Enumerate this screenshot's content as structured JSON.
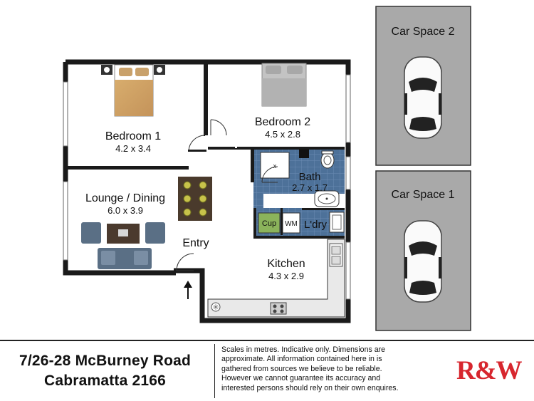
{
  "rooms": {
    "bedroom1": {
      "name": "Bedroom 1",
      "size": "4.2 x 3.4"
    },
    "bedroom2": {
      "name": "Bedroom 2",
      "size": "4.5 x 2.8"
    },
    "lounge": {
      "name": "Lounge / Dining",
      "size": "6.0 x 3.9"
    },
    "bath": {
      "name": "Bath",
      "size": "2.7 x 1.7"
    },
    "kitchen": {
      "name": "Kitchen",
      "size": "4.3 x 2.9"
    },
    "laundry": {
      "name": "L'dry"
    },
    "entry": {
      "name": "Entry"
    },
    "cupboard": {
      "name": "Cup"
    },
    "washing_machine": {
      "name": "WM"
    },
    "shower_mark": {
      "name": "x"
    }
  },
  "car_spaces": [
    {
      "name": "Car Space 2"
    },
    {
      "name": "Car Space 1"
    }
  ],
  "footer": {
    "address_line1": "7/26-28 McBurney Road",
    "address_line2": "Cabramatta 2166",
    "disclaimer": "Scales in metres. Indicative only. Dimensions are approximate. All information contained here in is gathered from sources we believe to be reliable. However we cannot guarantee its accuracy and interested persons should rely on their own enquires.",
    "brand": "R&W"
  },
  "colors": {
    "wall": "#1a1a1a",
    "wet_area": "#4a6f96",
    "car_space": "#a9a9a9",
    "cupboard": "#8bb35b",
    "brand": "#d7262e"
  }
}
